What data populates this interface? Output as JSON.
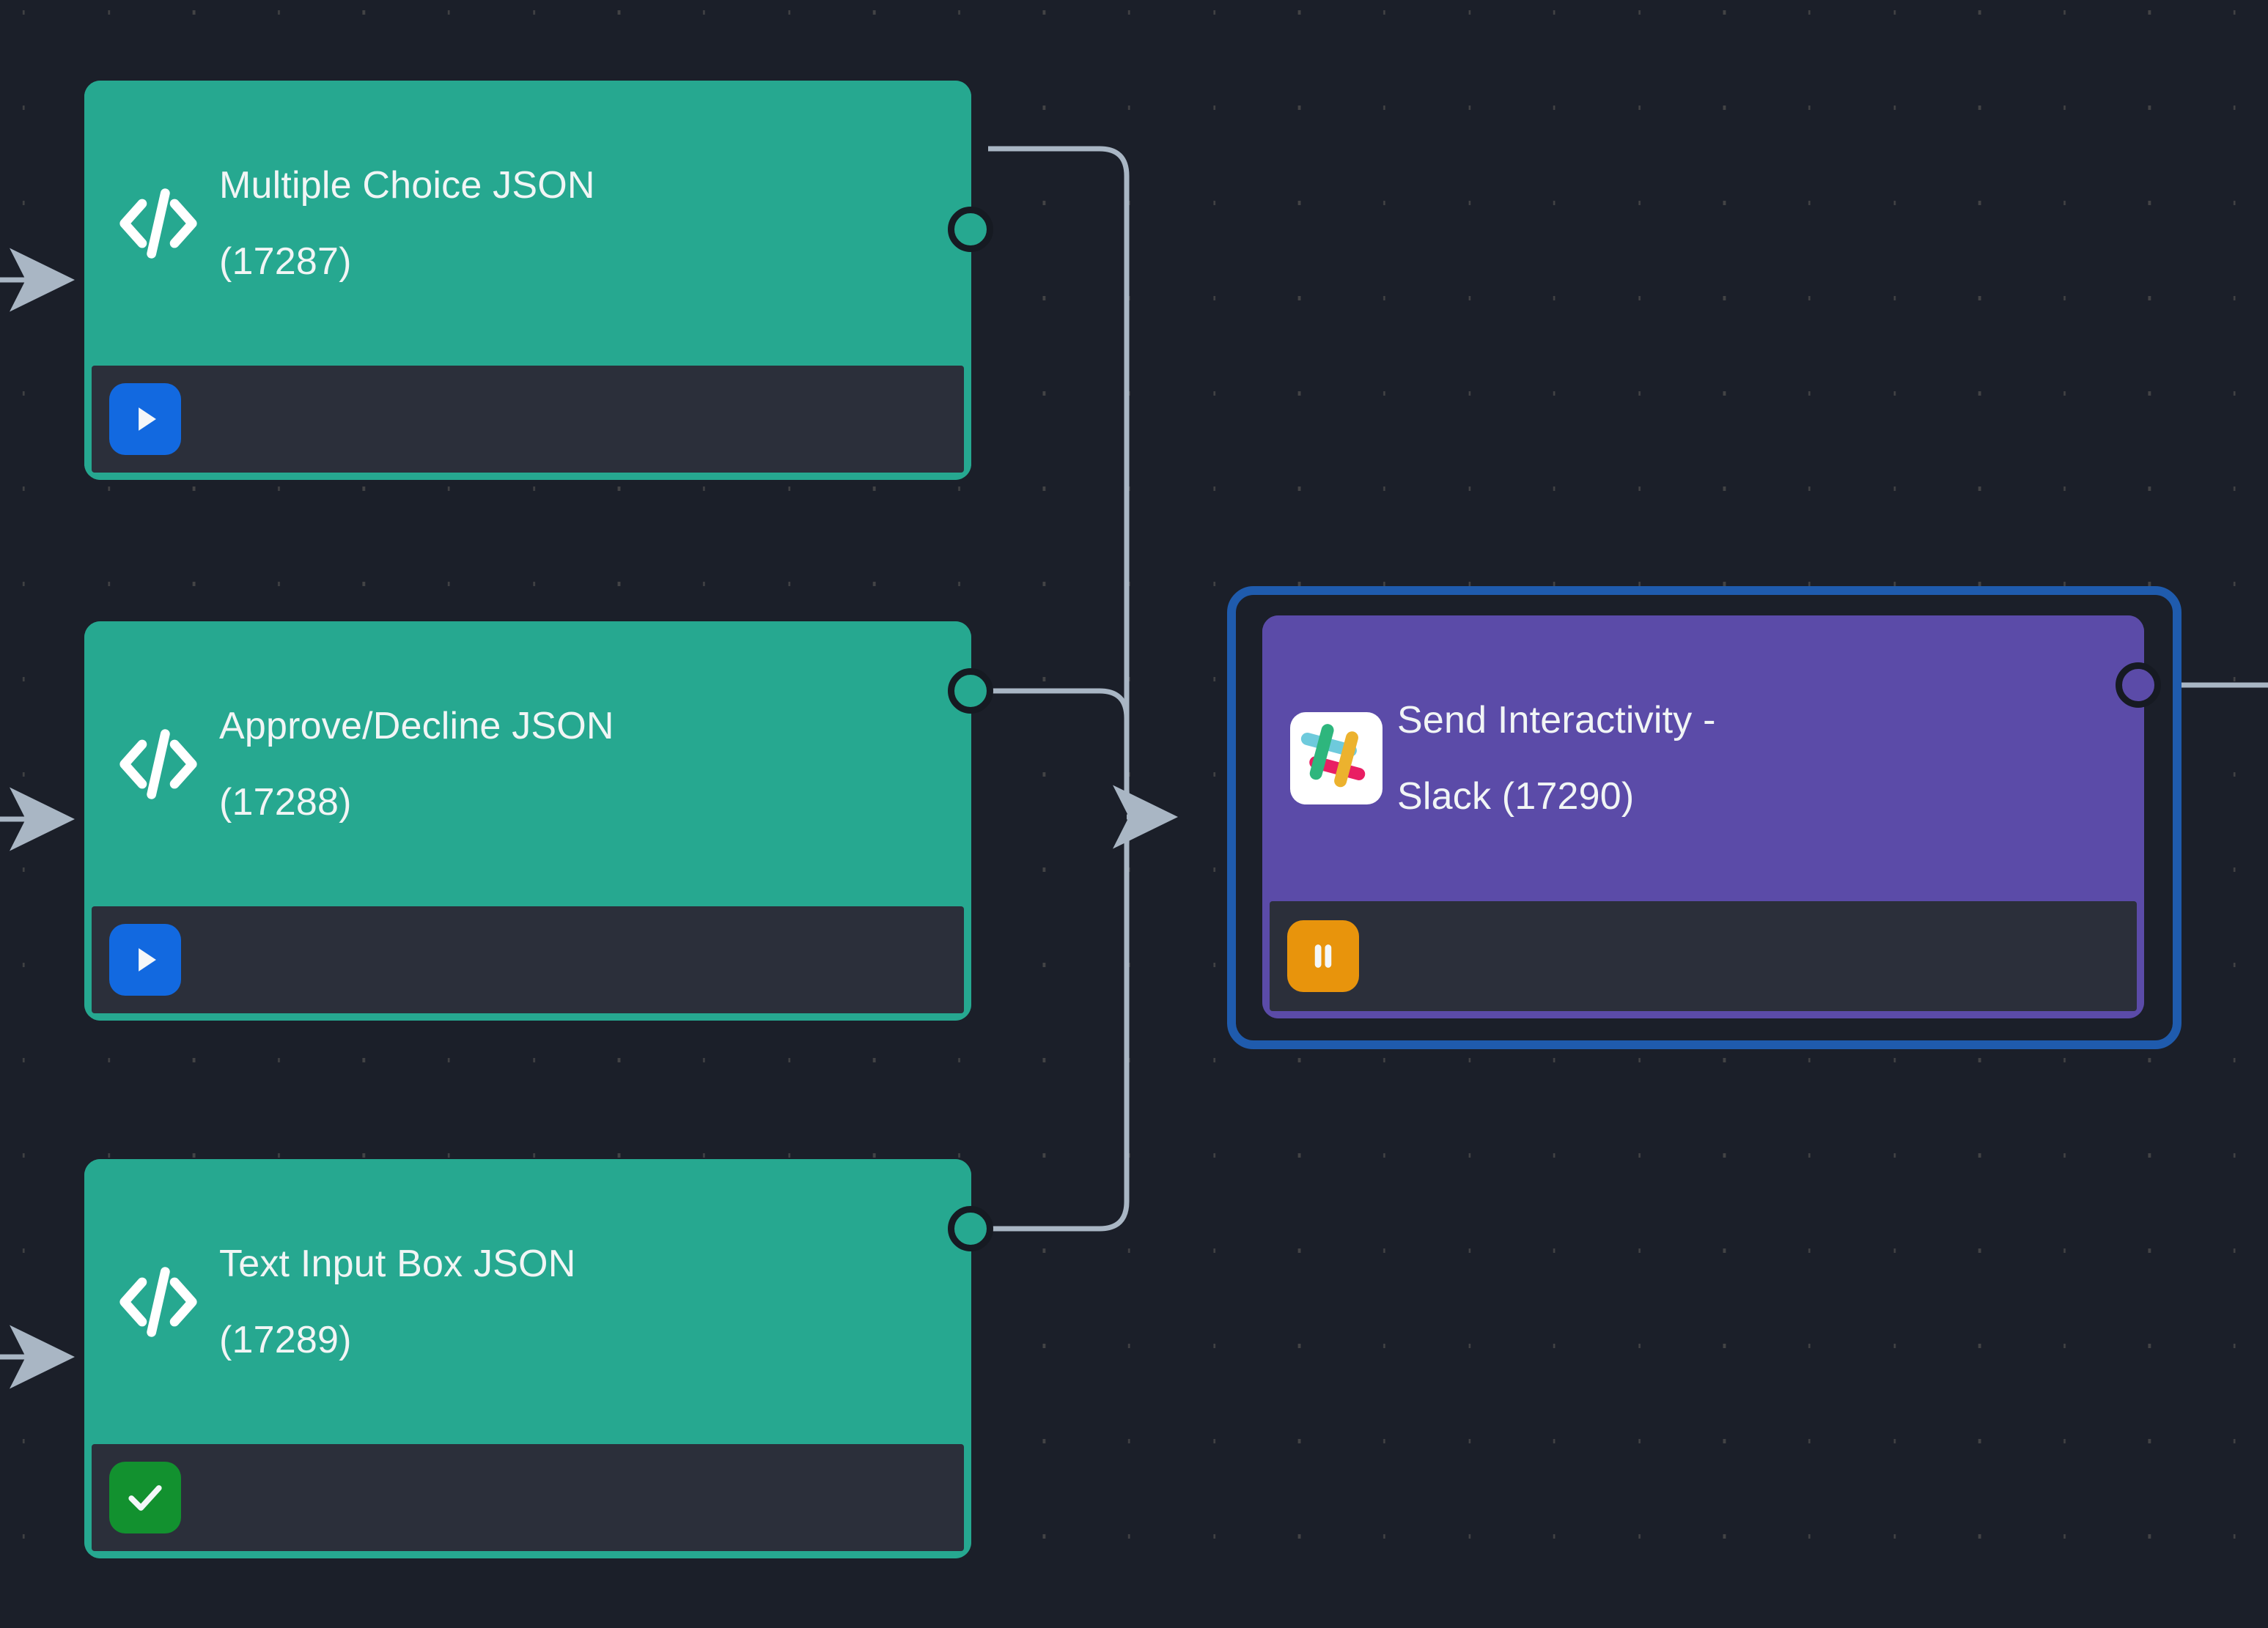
{
  "canvas": {
    "background_color": "#1b1f29",
    "grid_dot_color": "#4a4a4a"
  },
  "theme": {
    "code_node_color": "#26a890",
    "slack_node_color": "#5b4ba8",
    "footer_color": "#2b2f3a",
    "selection_ring_color": "#1f5bad",
    "run_button_color": "#1269e0",
    "success_button_color": "#12912f",
    "paused_button_color": "#e8940c",
    "edge_color": "#a9b6c4",
    "title_color": "#f1f5f5"
  },
  "nodes": [
    {
      "id": "17287",
      "title": "Multiple Choice JSON\n(17287)",
      "icon": "code-icon",
      "type": "code",
      "color": "#26a890",
      "status": "run",
      "status_icon": "play-icon",
      "status_color": "#1269e0",
      "selected": false
    },
    {
      "id": "17288",
      "title": "Approve/Decline JSON\n(17288)",
      "icon": "code-icon",
      "type": "code",
      "color": "#26a890",
      "status": "run",
      "status_icon": "play-icon",
      "status_color": "#1269e0",
      "selected": false
    },
    {
      "id": "17289",
      "title": "Text Input Box JSON\n(17289)",
      "icon": "code-icon",
      "type": "code",
      "color": "#26a890",
      "status": "success",
      "status_icon": "check-icon",
      "status_color": "#12912f",
      "selected": false
    },
    {
      "id": "17290",
      "title": "Send Interactivity -\nSlack (17290)",
      "icon": "slack-icon",
      "type": "slack",
      "color": "#5b4ba8",
      "status": "paused",
      "status_icon": "pause-icon",
      "status_color": "#e8940c",
      "selected": true
    }
  ],
  "edges": [
    {
      "from": "17287",
      "to": "17290",
      "arrow": true
    },
    {
      "from": "17288",
      "to": "17290",
      "arrow": true
    },
    {
      "from": "17289",
      "to": "17290",
      "arrow": true
    },
    {
      "from": "offscreen-left",
      "to": "17287",
      "arrow": true
    },
    {
      "from": "offscreen-left",
      "to": "17288",
      "arrow": true
    },
    {
      "from": "offscreen-left",
      "to": "17289",
      "arrow": true
    },
    {
      "from": "17290",
      "to": "offscreen-right",
      "arrow": false
    }
  ]
}
